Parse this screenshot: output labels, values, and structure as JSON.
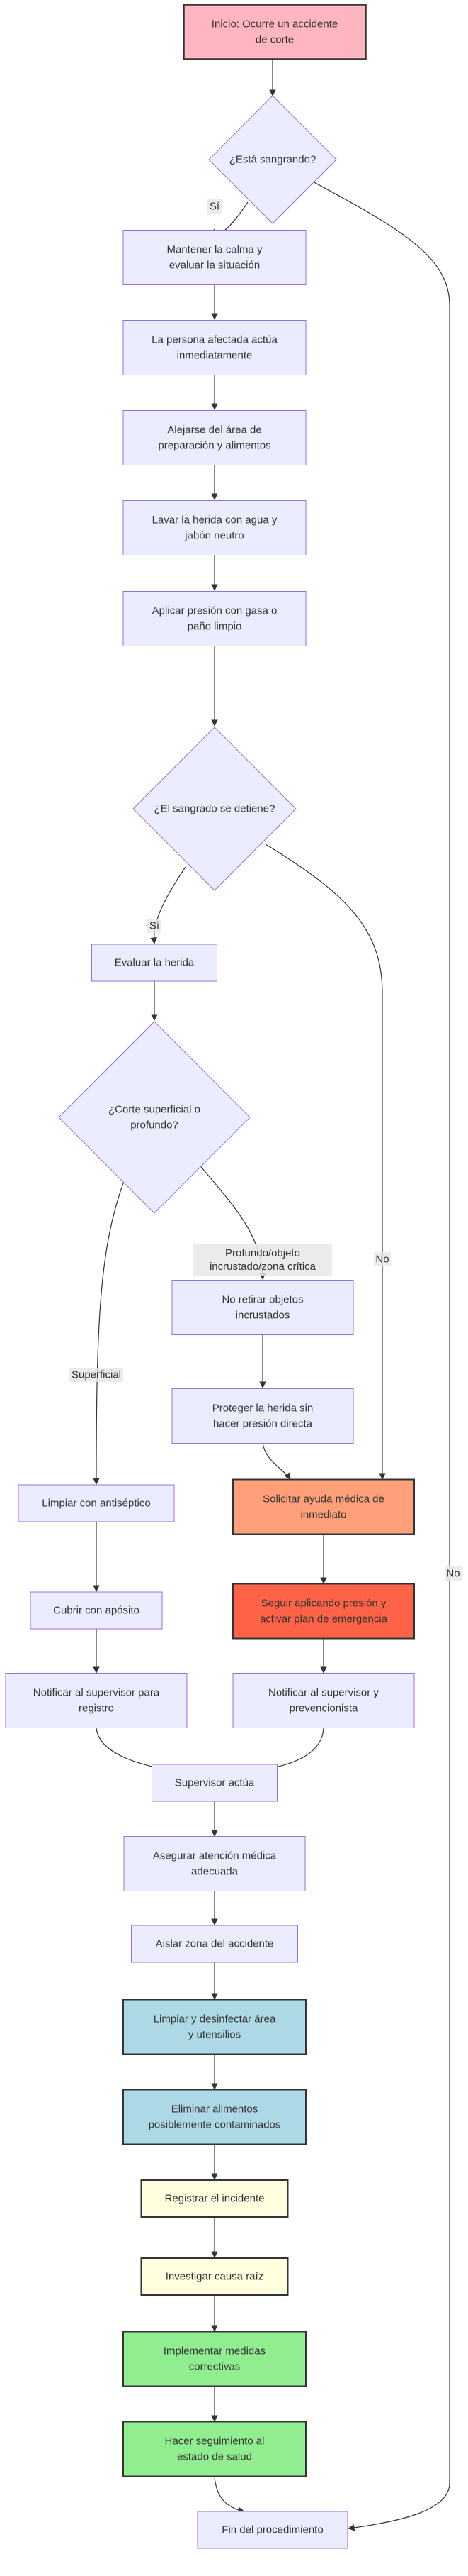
{
  "colors": {
    "default_fill": "#ECECFF",
    "default_stroke": "#9370DB",
    "edge": "#333333",
    "label_bg": "#E8E8E8",
    "start_fill": "#FFB6C1",
    "orange_fill": "#FFA07A",
    "red_fill": "#FF6347",
    "blue_fill": "#ADD8E6",
    "yellow_fill": "#FFFFE0",
    "green_fill": "#90EE90"
  },
  "nodes": {
    "start": [
      "Inicio: Ocurre un accidente",
      "de corte"
    ],
    "bleeding_q": [
      "¿Está sangrando?"
    ],
    "calm": [
      "Mantener la calma y",
      "evaluar la situación"
    ],
    "person_acts": [
      "La persona afectada actúa",
      "inmediatamente"
    ],
    "move_away": [
      "Alejarse del área de",
      "preparación y alimentos"
    ],
    "wash": [
      "Lavar la herida con agua y",
      "jabón neutro"
    ],
    "pressure": [
      "Aplicar presión con gasa o",
      "paño limpio"
    ],
    "stops_q": [
      "¿El sangrado se detiene?"
    ],
    "evaluate": [
      "Evaluar la herida"
    ],
    "cut_q": [
      "¿Corte superficial o",
      "profundo?"
    ],
    "no_remove": [
      "No retirar objetos",
      "incrustados"
    ],
    "protect": [
      "Proteger la herida sin",
      "hacer presión directa"
    ],
    "antiseptic": [
      "Limpiar con antiséptico"
    ],
    "medical_help": [
      "Solicitar ayuda médica de",
      "inmediato"
    ],
    "bandage": [
      "Cubrir con apósito"
    ],
    "emergency": [
      "Seguir aplicando presión y",
      "activar plan de emergencia"
    ],
    "notify_reg": [
      "Notificar al supervisor para",
      "registro"
    ],
    "notify_prev": [
      "Notificar al supervisor y",
      "prevencionista"
    ],
    "supervisor": [
      "Supervisor actúa"
    ],
    "ensure_care": [
      "Asegurar atención médica",
      "adecuada"
    ],
    "isolate": [
      "Aislar zona del accidente"
    ],
    "disinfect": [
      "Limpiar y desinfectar área",
      "y utensilios"
    ],
    "discard": [
      "Eliminar alimentos",
      "posiblemente contaminados"
    ],
    "record": [
      "Registrar el incidente"
    ],
    "investigate": [
      "Investigar causa raíz"
    ],
    "corrective": [
      "Implementar medidas",
      "correctivas"
    ],
    "followup": [
      "Hacer seguimiento al",
      "estado de salud"
    ],
    "end": [
      "Fin del procedimiento"
    ]
  },
  "edge_labels": {
    "yes_bleeding": "Sí",
    "no_bleeding": "No",
    "yes_stops": "Sí",
    "no_stops": "No",
    "superficial": "Superficial",
    "deep": [
      "Profundo/objeto",
      "incrustado/zona crítica"
    ]
  }
}
